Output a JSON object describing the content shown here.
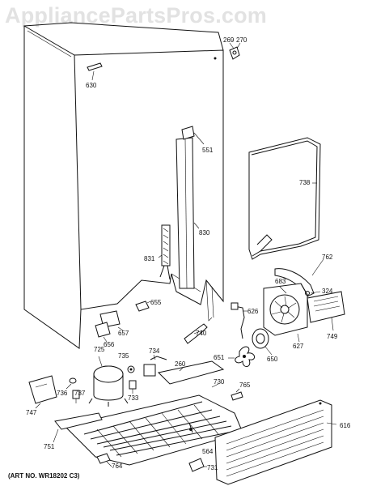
{
  "watermark": "AppliancePartsPros.com",
  "art_number": "(ART NO. WR18202 C3)",
  "callouts": {
    "c269": "269",
    "c270": "270",
    "c630": "630",
    "c551": "551",
    "c738": "738",
    "c830": "830",
    "c831": "831",
    "c762": "762",
    "c683": "683",
    "c324": "324",
    "c655": "655",
    "c626": "626",
    "c657": "657",
    "c656": "656",
    "c749": "749",
    "c740": "740",
    "c627": "627",
    "c725": "725",
    "c735": "735",
    "c734": "734",
    "c260": "260",
    "c650": "650",
    "c651": "651",
    "c730": "730",
    "c765": "765",
    "c736": "736",
    "c737": "737",
    "c733": "733",
    "c747": "747",
    "c616": "616",
    "c751": "751",
    "c564": "564",
    "c764": "764",
    "c731": "731"
  }
}
